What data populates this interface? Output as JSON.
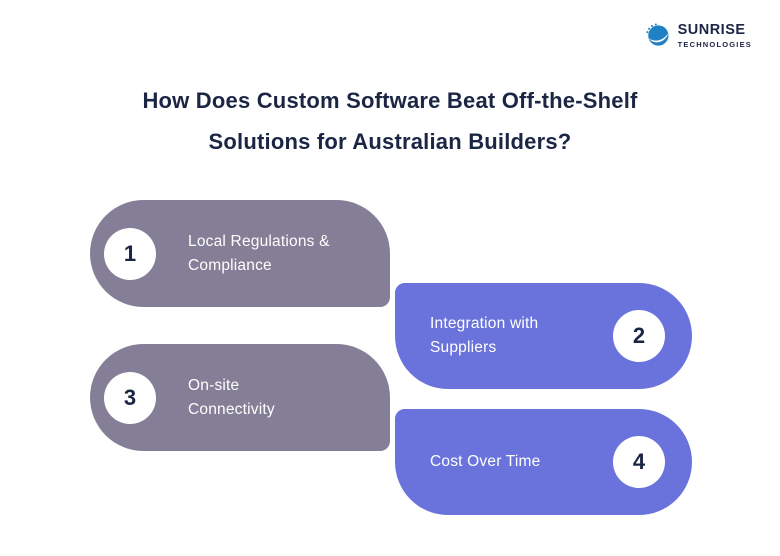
{
  "logo": {
    "name": "SUNRISE",
    "subname": "TECHNOLOGIES",
    "icon": "sunrise-globe-icon"
  },
  "title": {
    "line1": "How Does Custom Software Beat Off-the-Shelf",
    "line2": "Solutions for Australian Builders?"
  },
  "cards": [
    {
      "number": "1",
      "label_line1": "Local Regulations &",
      "label_line2": "Compliance",
      "color": "#847E96",
      "side": "left"
    },
    {
      "number": "2",
      "label_line1": "Integration with",
      "label_line2": "Suppliers",
      "color": "#6A73DC",
      "side": "right"
    },
    {
      "number": "3",
      "label_line1": "On-site",
      "label_line2": "Connectivity",
      "color": "#847E96",
      "side": "left"
    },
    {
      "number": "4",
      "label_line1": "Cost Over Time",
      "label_line2": "",
      "color": "#6A73DC",
      "side": "right"
    }
  ],
  "colors": {
    "background": "#FFFFFF",
    "gray_card": "#847E96",
    "blue_card": "#6A73DC",
    "title_text": "#1B2645",
    "badge_bg": "#FFFFFF",
    "badge_text": "#1B2645",
    "logo_blue": "#1F80C3"
  }
}
